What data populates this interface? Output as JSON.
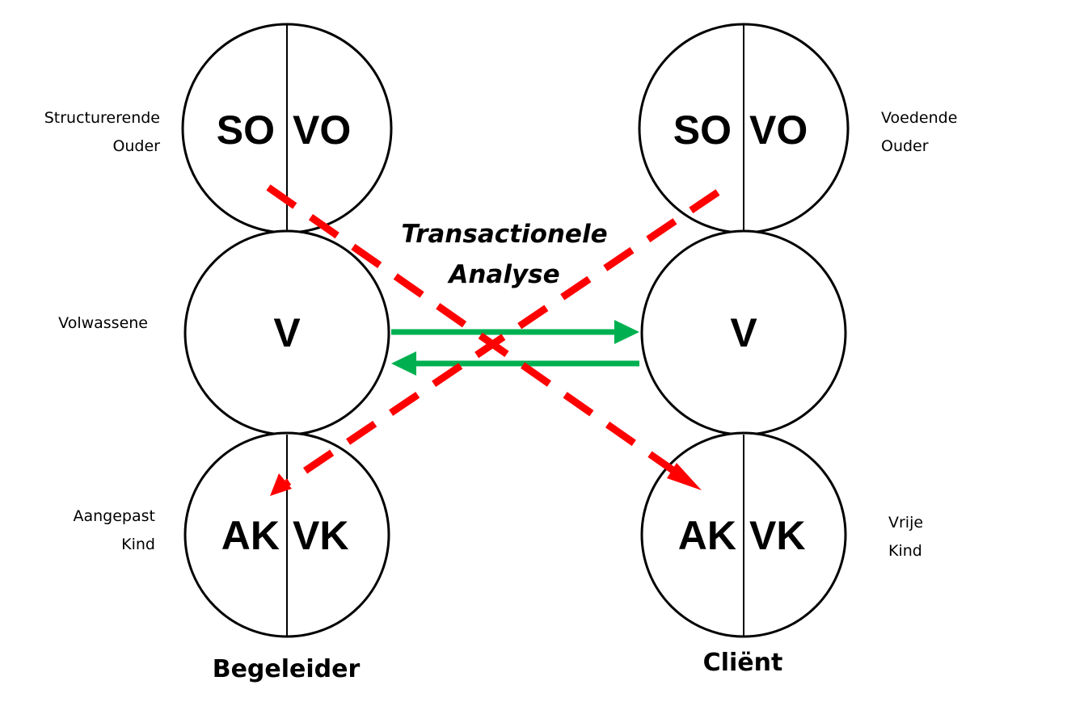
{
  "title": {
    "line1": "Transactionele",
    "line2": "Analyse"
  },
  "left": {
    "name": "Begeleider",
    "parent": {
      "left": "SO",
      "right": "VO"
    },
    "adult": "V",
    "child": {
      "left": "AK",
      "right": "VK"
    },
    "labels": {
      "parent_line1": "Structurerende",
      "parent_line2": "Ouder",
      "adult": "Volwassene",
      "child_line1": "Aangepast",
      "child_line2": "Kind"
    }
  },
  "right": {
    "name": "Cliënt",
    "parent": {
      "left": "SO",
      "right": "VO"
    },
    "adult": "V",
    "child": {
      "left": "AK",
      "right": "VK"
    },
    "labels": {
      "parent_line1": "Voedende",
      "parent_line2": "Ouder",
      "child_line1": "Vrije",
      "child_line2": "Kind"
    }
  },
  "colors": {
    "crossed": "#ff0000",
    "complementary": "#00b050"
  }
}
